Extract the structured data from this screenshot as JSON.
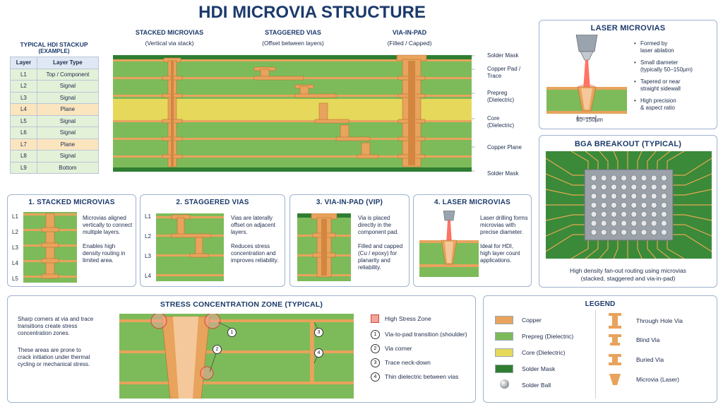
{
  "title": "HDI MICROVIA STRUCTURE",
  "stackup": {
    "title": "TYPICAL HDI STACKUP",
    "subtitle": "(EXAMPLE)",
    "headers": [
      "Layer",
      "Layer Type"
    ],
    "rows": [
      {
        "layer": "L1",
        "type": "Top / Component",
        "color": "#e3f1d8"
      },
      {
        "layer": "L2",
        "type": "Signal",
        "color": "#e3f1d8"
      },
      {
        "layer": "L3",
        "type": "Signal",
        "color": "#e3f1d8"
      },
      {
        "layer": "L4",
        "type": "Plane",
        "color": "#fbe5bf"
      },
      {
        "layer": "L5",
        "type": "Signal",
        "color": "#e3f1d8"
      },
      {
        "layer": "L6",
        "type": "Signal",
        "color": "#e3f1d8"
      },
      {
        "layer": "L7",
        "type": "Plane",
        "color": "#fbe5bf"
      },
      {
        "layer": "L8",
        "type": "Signal",
        "color": "#e3f1d8"
      },
      {
        "layer": "L9",
        "type": "Bottom",
        "color": "#e3f1d8"
      }
    ]
  },
  "cross_section": {
    "headers": [
      {
        "title": "STACKED MICROVIAS",
        "sub": "(Vertical via stack)"
      },
      {
        "title": "STAGGERED VIAS",
        "sub": "(Offset between layers)"
      },
      {
        "title": "VIA-IN-PAD",
        "sub": "(Filled / Capped)"
      }
    ],
    "labels": [
      "Solder Mask",
      "Copper Pad /\nTrace",
      "Prepreg\n(Dielectric)",
      "Core\n(Dielectric)",
      "Copper Plane",
      "Solder Mask"
    ]
  },
  "laser": {
    "title": "LASER MICROVIAS",
    "bullets": [
      "Formed by\nlaser ablation",
      "Small diameter\n(typically 50–150µm)",
      "Tapered or near\nstraight sidewall",
      "High precision\n& aspect ratio"
    ],
    "dimension": "50–150µm"
  },
  "bga": {
    "title": "BGA BREAKOUT (TYPICAL)",
    "caption": "High density fan-out routing using microvias\n(stacked, staggered and via-in-pad)"
  },
  "cards": [
    {
      "title": "1. STACKED MICROVIAS",
      "layers": [
        "L1",
        "L2",
        "L3",
        "L4",
        "L5"
      ],
      "text": "Microvias aligned\nvertically to connect\nmultiple layers.\n\nEnables high\ndensity routing in\nlimited area."
    },
    {
      "title": "2. STAGGERED VIAS",
      "layers": [
        "L1",
        "L2",
        "L3",
        "L4"
      ],
      "text": "Vias are laterally\noffset on adjacent\nlayers.\n\nReduces stress\nconcentration and\nimproves reliability."
    },
    {
      "title": "3. VIA-IN-PAD (VIP)",
      "layers": [],
      "text": "Via is placed\ndirectly in the\ncomponent pad.\n\nFilled and capped\n(Cu / epoxy) for\nplanarity and\nreliability."
    },
    {
      "title": "4. LASER MICROVIAS",
      "layers": [],
      "text": "Laser drilling forms\nmicrovias with\nprecise diameter.\n\nIdeal for HDI,\nhigh layer count\napplications."
    }
  ],
  "stress": {
    "title": "STRESS CONCENTRATION ZONE (TYPICAL)",
    "text1": "Sharp corners at via and trace\ntransitions create stress\nconcentration zones.",
    "text2": "These areas are prone to\ncrack initiation under thermal\ncycling or mechanical stress.",
    "key_title": "High Stress Zone",
    "items": [
      "Via-to-pad transition (shoulder)",
      "Via corner",
      "Trace neck-down",
      "Thin dielectric between vias"
    ],
    "markers": [
      "1",
      "2",
      "3",
      "4"
    ]
  },
  "legend": {
    "title": "LEGEND",
    "left": [
      "Copper",
      "Prepreg (Dielectric)",
      "Core (Dielectric)",
      "Solder Mask",
      "Solder Ball"
    ],
    "right": [
      "Through Hole Via",
      "Blind Via",
      "Buried Via",
      "Microvia (Laser)"
    ]
  },
  "colors": {
    "copper": "#e8a35c",
    "prepreg": "#7dbb5a",
    "core": "#e6d85a",
    "mask": "#2f7d32",
    "accent": "#1b3a6b",
    "stress": "#f0a59a"
  }
}
